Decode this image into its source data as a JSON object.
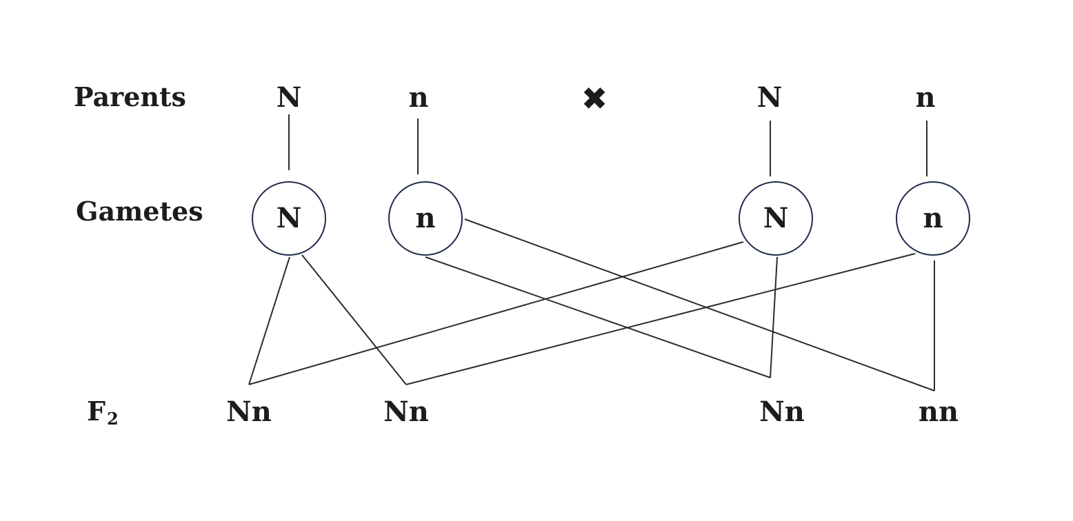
{
  "rows": {
    "parents_label": "Parents",
    "gametes_label": "Gametes",
    "f2_label_main": "F",
    "f2_label_sub": "2"
  },
  "parents": {
    "parent1": [
      "N",
      "n"
    ],
    "cross_symbol": "✖",
    "parent2": [
      "N",
      "n"
    ]
  },
  "gametes": [
    "N",
    "n",
    "N",
    "n"
  ],
  "offspring": [
    "Nn",
    "Nn",
    "Nn",
    "nn"
  ],
  "colors": {
    "text": "#1c1c1c",
    "circle_stroke": "#1f2a4a",
    "line": "#2b2b2b"
  }
}
